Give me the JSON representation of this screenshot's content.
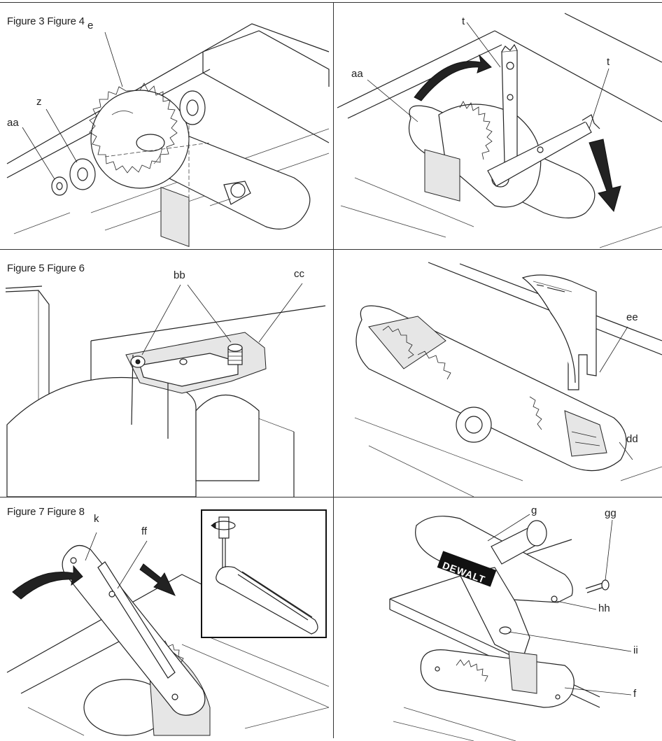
{
  "captions": {
    "row1": "Figure 3 Figure 4",
    "row2": "Figure 5 Figure 6",
    "row3": "Figure 7 Figure 8"
  },
  "labels": {
    "fig3": {
      "e": "e",
      "z": "z",
      "aa": "aa"
    },
    "fig4": {
      "t1": "t",
      "t2": "t",
      "aa": "aa"
    },
    "fig5": {
      "bb": "bb",
      "cc": "cc"
    },
    "fig6": {
      "ee": "ee",
      "dd": "dd"
    },
    "fig7": {
      "k": "k",
      "ff": "ff"
    },
    "fig8": {
      "g": "g",
      "gg": "gg",
      "hh": "hh",
      "ii": "ii",
      "f": "f"
    }
  },
  "logo_text": "DEWALT",
  "colors": {
    "rule": "#333333",
    "ink": "#222222",
    "background": "#ffffff"
  }
}
